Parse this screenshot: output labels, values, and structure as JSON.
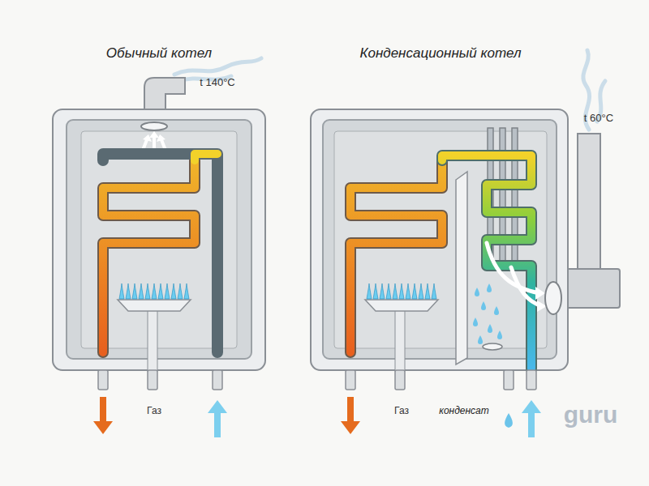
{
  "diagram": {
    "nodes": [
      {
        "text": [
          "Обычный котел"
        ]
      },
      {
        "text": [
          "Конденсационный котел"
        ]
      }
    ],
    "labels": [
      "t 140°C",
      "t 60°C",
      "Газ",
      "Газ",
      "конденсат",
      "guru"
    ]
  }
}
